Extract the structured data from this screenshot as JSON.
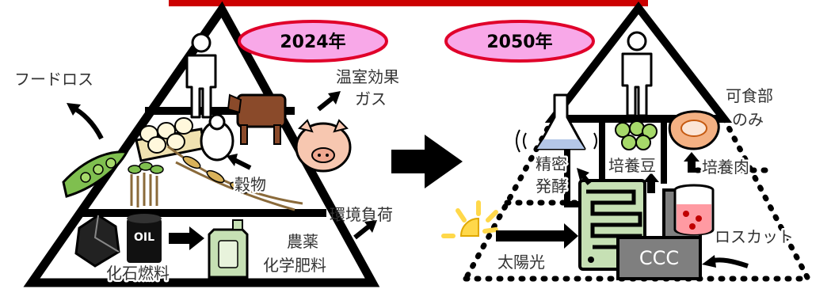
{
  "year_left": "2024年",
  "year_right": "2050年",
  "left": {
    "food_loss": "フードロス",
    "greenhouse_line1": "温室効果",
    "greenhouse_line2": "ガス",
    "grain": "穀物",
    "env_load": "環境負荷",
    "oil": "OIL",
    "fossil_fuel": "化石燃料",
    "agro_line1": "農薬",
    "agro_line2": "化学肥料"
  },
  "right": {
    "edible_line1": "可食部",
    "edible_line2": "のみ",
    "fermentation_line1": "精密",
    "fermentation_line2": "発酵",
    "cultured_beans": "培養豆",
    "cultured_meat": "培養肉",
    "sunlight": "太陽光",
    "loss_cut": "ロスカット",
    "ccc": "CCC"
  },
  "colors": {
    "ellipse_fill": "#f8a8e8",
    "ellipse_stroke": "#e0002a",
    "top_bar": "#cc0000",
    "pig": "#f7c7b0",
    "leaf_green": "#7fbf4f",
    "circuit_green": "#c6e0b4",
    "ccc_gray": "#7f7f7f",
    "sun": "#ffd84a"
  }
}
